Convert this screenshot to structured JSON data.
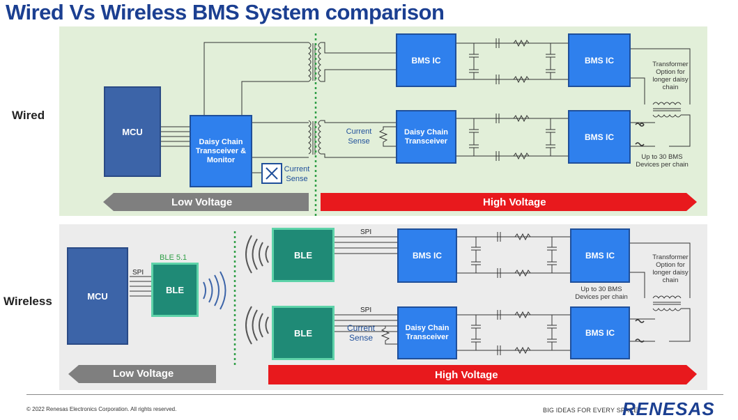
{
  "title": "Wired Vs Wireless BMS System comparison",
  "rows": {
    "wired": "Wired",
    "wireless": "Wireless"
  },
  "wired": {
    "mcu": "MCU",
    "daisy_main": "Daisy Chain Transceiver & Monitor",
    "current_sense_main": "Current Sense",
    "bms_ic": "BMS IC",
    "current_sense": "Current Sense",
    "daisy": "Daisy Chain Transceiver",
    "transformer_note": "Transformer Option for longer daisy chain",
    "up_to_note": "Up to 30 BMS Devices per chain",
    "low_voltage": "Low Voltage",
    "high_voltage": "High Voltage"
  },
  "wireless": {
    "mcu": "MCU",
    "spi": "SPI",
    "ble_version": "BLE 5.1",
    "ble": "BLE",
    "bms_ic": "BMS IC",
    "current_sense": "Current Sense",
    "daisy": "Daisy Chain Transceiver",
    "transformer_note": "Transformer Option for longer daisy chain",
    "up_to_note": "Up to 30 BMS Devices per chain",
    "low_voltage": "Low Voltage",
    "high_voltage": "High Voltage"
  },
  "footer": {
    "copyright": "© 2022 Renesas Electronics Corporation. All rights reserved.",
    "tagline": "BIG IDEAS FOR EVERY SPACE",
    "logo": "RENESAS"
  },
  "colors": {
    "title": "#1b3f91",
    "wired_panel": "#e2efd9",
    "wireless_panel": "#ececec",
    "block_blue": "#2f80ed",
    "mcu_blue": "#3c64a8",
    "ble_teal": "#1f8a76",
    "high_voltage": "#e8191d",
    "low_voltage": "#7f7f7f",
    "divider_green": "#2e9e45"
  }
}
